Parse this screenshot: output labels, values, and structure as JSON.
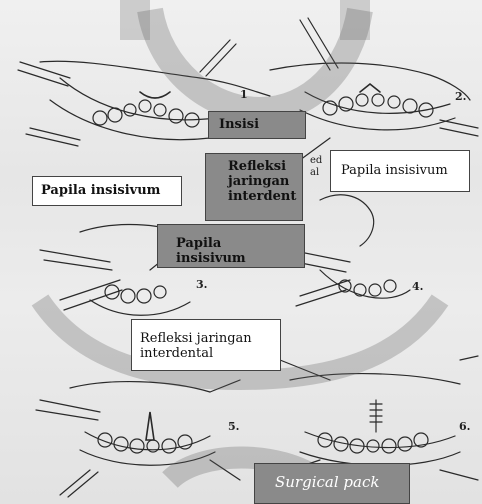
{
  "labels": {
    "insisi": "Insisi",
    "papila_left": "Papila insisivum",
    "refleksi_top": "Refleksi\njaringan\ninterdent",
    "papila_right": "Papila insisivum",
    "papila_middle": "Papila insisivum",
    "refleksi_bottom": "Refleksi jaringan\ninterdental",
    "surgical_pack": "Surgical pack"
  },
  "side_text": {
    "top": "ed",
    "bottom": "al"
  },
  "steps": [
    "1",
    "2.",
    "3.",
    "4.",
    "5.",
    "6."
  ],
  "colors": {
    "box_light": "#ffffff",
    "box_dark": "#8a8a8a",
    "border": "#444444",
    "watermark": "#5a5a5a",
    "sketch": "#2a2a2a"
  }
}
